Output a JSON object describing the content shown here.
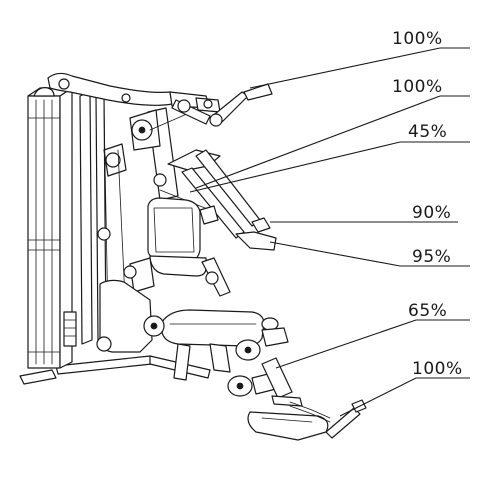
{
  "diagram": {
    "labels": [
      {
        "text": "100%"
      },
      {
        "text": "100%"
      },
      {
        "text": "45%"
      },
      {
        "text": "90%"
      },
      {
        "text": "95%"
      },
      {
        "text": "65%"
      },
      {
        "text": "100%"
      }
    ],
    "colors": {
      "ink": "#1a1a1a",
      "background": "#ffffff"
    }
  }
}
